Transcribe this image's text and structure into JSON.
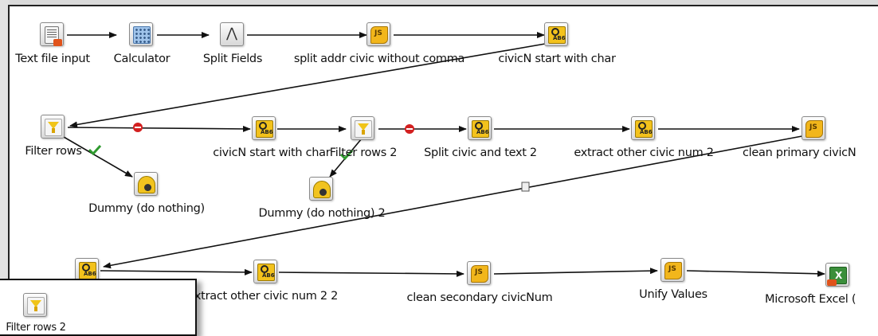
{
  "steps": {
    "text_file_input": {
      "label": "Text file input",
      "icon": "text-file-input-icon"
    },
    "calculator": {
      "label": "Calculator",
      "icon": "calculator-icon"
    },
    "split_fields": {
      "label": "Split Fields",
      "icon": "split-fields-icon"
    },
    "split_addr": {
      "label": "split addr civic without comma",
      "icon": "javascript-icon"
    },
    "civicn_start": {
      "label": "civicN start with char",
      "icon": "regex-icon"
    },
    "filter_rows": {
      "label": "Filter rows",
      "icon": "filter-icon"
    },
    "civicn_start_2": {
      "label": "civicN start with char",
      "icon": "regex-icon"
    },
    "filter_rows_2": {
      "label": "Filter rows 2",
      "icon": "filter-icon"
    },
    "split_civic_text_2": {
      "label": "Split civic and text 2",
      "icon": "regex-icon"
    },
    "extract_other_2": {
      "label": "extract other civic num 2",
      "icon": "regex-icon"
    },
    "clean_primary": {
      "label": "clean primary civicN",
      "icon": "javascript-icon"
    },
    "dummy": {
      "label": "Dummy (do nothing)",
      "icon": "dummy-icon"
    },
    "dummy_2": {
      "label": "Dummy (do nothing) 2",
      "icon": "dummy-icon"
    },
    "regex_row3": {
      "label": "",
      "icon": "regex-icon"
    },
    "extract_other_22": {
      "label": "xtract other civic num 2 2",
      "icon": "regex-icon"
    },
    "clean_secondary": {
      "label": "clean secondary civicNum",
      "icon": "javascript-icon"
    },
    "unify_values": {
      "label": "Unify Values",
      "icon": "javascript-icon"
    },
    "excel_output": {
      "label": "Microsoft Excel (",
      "icon": "excel-output-icon"
    }
  },
  "popup": {
    "label": "Filter rows 2",
    "icon": "filter-icon"
  },
  "colors": {
    "hop": "#111111",
    "true_hop": "#2f9a2f",
    "false_hop": "#d32020",
    "canvas": "#ffffff"
  }
}
